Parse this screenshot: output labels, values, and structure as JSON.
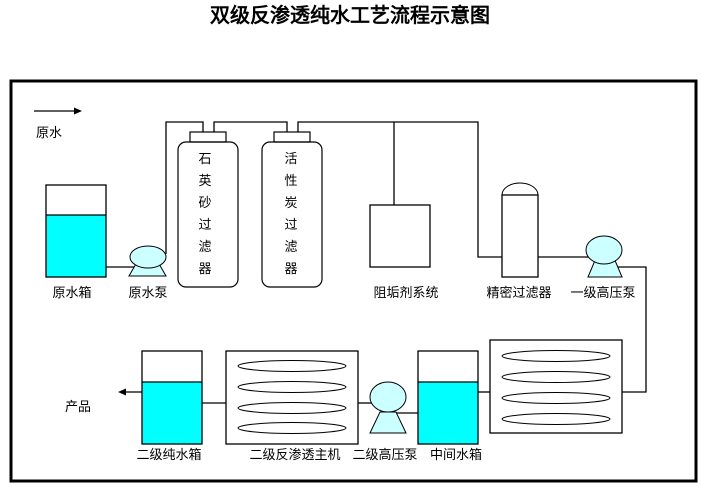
{
  "title": "双级反渗透纯水工艺流程示意图",
  "legend": {
    "flow_label": "原水"
  },
  "colors": {
    "water": "#00FFFF",
    "pump": "#CCFFFF",
    "line": "#000000"
  },
  "components": {
    "raw_tank": "原水箱",
    "raw_pump": "原水泵",
    "quartz_filter": [
      "石",
      "英",
      "砂",
      "过",
      "滤",
      "器"
    ],
    "carbon_filter": [
      "活",
      "性",
      "炭",
      "过",
      "滤",
      "器"
    ],
    "antiscalant": "阻垢剂系统",
    "precision_filter": "精密过滤器",
    "hp_pump_1": "一级高压泵",
    "mid_tank": "中间水箱",
    "hp_pump_2": "二级高压泵",
    "ro2": "二级反渗透主机",
    "pure_tank": "二级纯水箱",
    "product": "产品"
  }
}
